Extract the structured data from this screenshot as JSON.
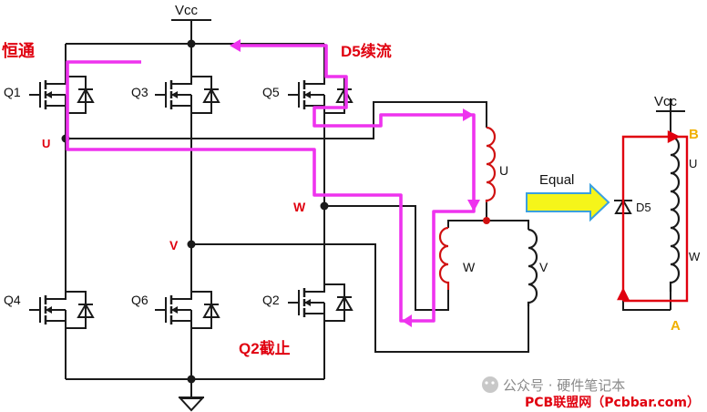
{
  "labels": {
    "vcc_main": "Vcc",
    "vcc_right": "Vcc",
    "conduct_annotation": "恒通",
    "d5_annotation": "D5续流",
    "q2_annotation": "Q2截止",
    "node_u": "U",
    "node_w": "W",
    "node_v": "V",
    "q1": "Q1",
    "q3": "Q3",
    "q5": "Q5",
    "q4": "Q4",
    "q6": "Q6",
    "q2": "Q2",
    "coil_u": "U",
    "coil_w": "W",
    "coil_v": "V",
    "equal_label": "Equal",
    "d5_label": "D5",
    "right_u": "U",
    "right_w": "W",
    "point_b": "B",
    "point_a": "A"
  },
  "watermark": {
    "line1": "公众号 · 硬件笔记本",
    "line2": "PCB联盟网（Pcbbar.com）"
  },
  "colors": {
    "wire": "#1a1a1a",
    "current_path": "#ee33ee",
    "coil": "#d01010",
    "annotation_red": "#e0000f",
    "node_yellow": "#f0b000",
    "arrow_fill": "#f5f51a",
    "arrow_stroke": "#3aa0e0"
  }
}
